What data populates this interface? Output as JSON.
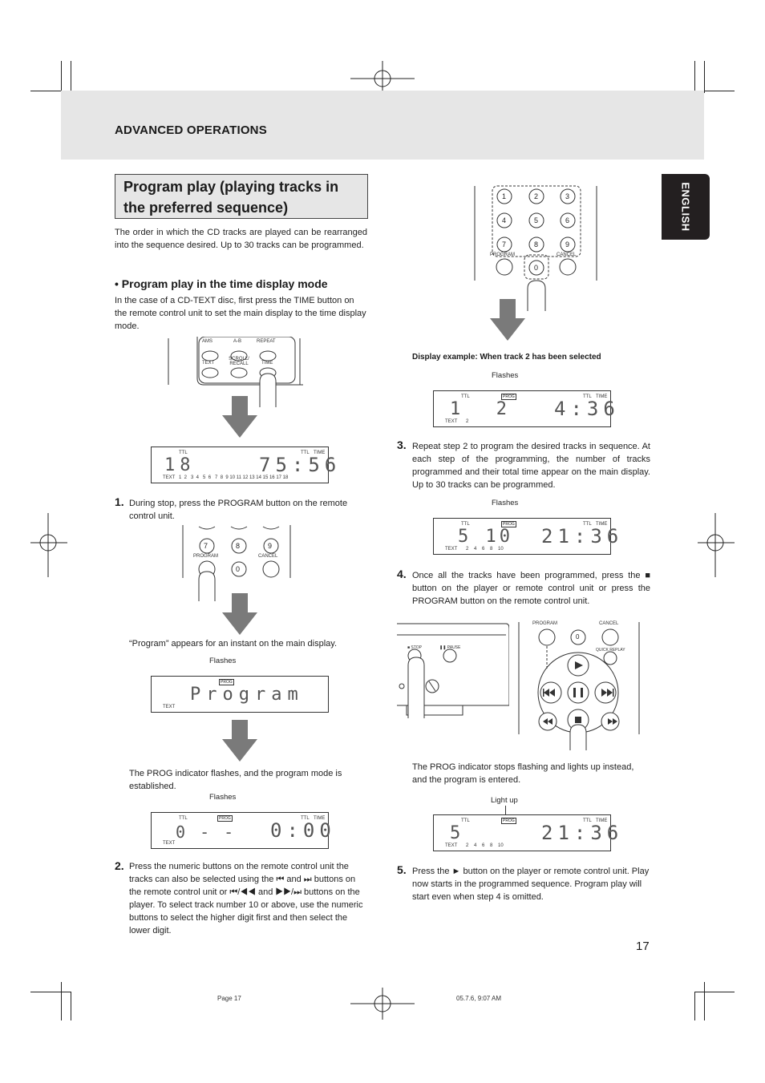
{
  "section_title": "ADVANCED OPERATIONS",
  "language_tab": "ENGLISH",
  "page_title": "Program play (playing tracks in the preferred sequence)",
  "intro": "The order in which the CD tracks are played can be rearranged into the sequence desired. Up to 30 tracks can be programmed.",
  "subsection": "Program play in the time display mode",
  "subsection_text": "In the case of a CD-TEXT disc, first press the TIME button on the remote control unit to set the main display to the time display mode.",
  "remote_buttons": {
    "ams": "AMS",
    "ab": "A-B",
    "repeat": "REPEAT",
    "text": "TEXT",
    "scroll": "SCROLL/ RECALL",
    "time": "TIME"
  },
  "lcd1": {
    "left": "18",
    "right": "75:56",
    "ttl": "TTL",
    "time": "TIME",
    "text": "TEXT",
    "tracks": "1  2   3  4   5  6   7  8  9 10 11 12 13 14 15 16 17 18"
  },
  "step1": {
    "num": "1.",
    "text": "During stop, press the PROGRAM button on the remote control unit."
  },
  "keypad_small": {
    "k7": "7",
    "k8": "8",
    "k9": "9",
    "k0": "0",
    "program": "PROGRAM",
    "cancel": "CANCEL"
  },
  "program_appears": "“Program” appears for an instant on the main display.",
  "flashes": "Flashes",
  "lcd_program": "Program",
  "prog_label": "PROG",
  "prog_flashes_text": "The PROG indicator flashes, and the program mode is established.",
  "lcd_empty": {
    "left": "0 - -",
    "right": "0:00"
  },
  "step2": {
    "num": "2.",
    "text": "Press the numeric buttons on the remote control unit the tracks can also be selected using the ⏮ and ⏭ buttons on the remote control unit or ⏮/◀◀ and ▶▶/⏭ buttons on the player. To select track number 10 or above, use the numeric buttons to select the higher digit first and then select the lower digit."
  },
  "keypad_full": {
    "keys": [
      "1",
      "2",
      "3",
      "4",
      "5",
      "6",
      "7",
      "8",
      "9"
    ],
    "k0": "0",
    "program": "PROGRAM",
    "cancel": "CANCEL"
  },
  "display_example": "Display example: When track 2 has been selected",
  "lcd2": {
    "left": "1  2",
    "right": "4:36",
    "tracks": "2"
  },
  "step3": {
    "num": "3.",
    "text": "Repeat step 2 to program the desired tracks in sequence. At each step of the programming, the number of tracks programmed and their total time appear on the main display. Up to 30 tracks can be programmed."
  },
  "lcd3": {
    "left": "5 10",
    "right": "21:36",
    "tracks": "2    4    6    8    10"
  },
  "step4": {
    "num": "4.",
    "text": "Once all the tracks have been programmed, press the ■ button on the player or remote control unit or press the PROGRAM button on the remote control unit."
  },
  "player": {
    "stop": "■ STOP",
    "pause": "❚❚ PAUSE"
  },
  "remote2": {
    "program": "PROGRAM",
    "cancel": "CANCEL",
    "quick_replay": "QUICK REPLAY",
    "k0": "0"
  },
  "prog_stops_text": "The PROG indicator stops flashing and lights up instead, and the program is entered.",
  "light_up": "Light up",
  "lcd4": {
    "left": "5",
    "right": "21:36",
    "tracks": "2    4    6    8    10"
  },
  "step5": {
    "num": "5.",
    "text": "Press the ► button on the player or remote control unit. Play now starts in the programmed sequence. Program play will start even when step 4 is omitted."
  },
  "page_number": "17",
  "footer_left": "Page 17",
  "footer_right": "05.7.6, 9:07 AM"
}
